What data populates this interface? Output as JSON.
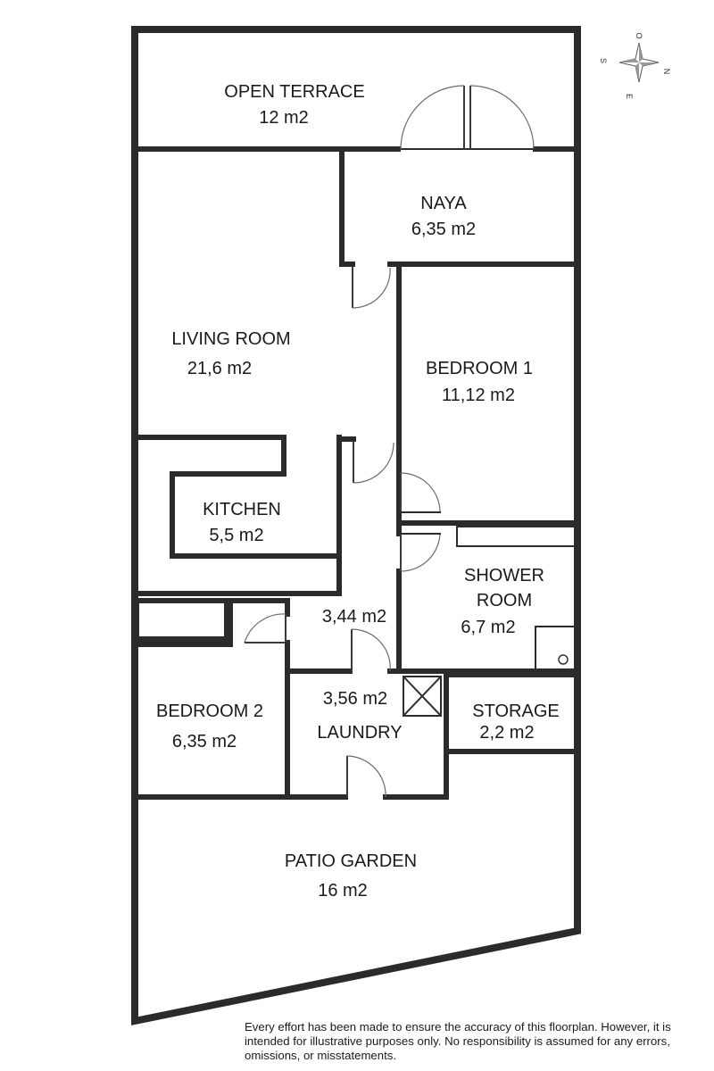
{
  "rooms": {
    "open_terrace": {
      "name": "OPEN TERRACE",
      "area": "12 m2"
    },
    "naya": {
      "name": "NAYA",
      "area": "6,35 m2"
    },
    "living_room": {
      "name": "LIVING ROOM",
      "area": "21,6 m2"
    },
    "bedroom_1": {
      "name": "BEDROOM 1",
      "area": "11,12 m2"
    },
    "kitchen": {
      "name": "KITCHEN",
      "area": "5,5 m2"
    },
    "hall": {
      "area": "3,44 m2"
    },
    "shower_room": {
      "name_line1": "SHOWER",
      "name_line2": "ROOM",
      "area": "6,7 m2"
    },
    "laundry": {
      "name": "LAUNDRY",
      "area": "3,56 m2"
    },
    "storage": {
      "name": "STORAGE",
      "area": "2,2 m2"
    },
    "bedroom_2": {
      "name": "BEDROOM 2",
      "area": "6,35 m2"
    },
    "patio_garden": {
      "name": "PATIO GARDEN",
      "area": "16 m2"
    }
  },
  "compass": {
    "n": "N",
    "s": "S",
    "e": "E",
    "o": "O"
  },
  "disclaimer": "Every effort has been made to ensure the accuracy of this floorplan. However, it is intended for illustrative purposes only. No responsibility is assumed for any errors, omissions, or misstatements."
}
